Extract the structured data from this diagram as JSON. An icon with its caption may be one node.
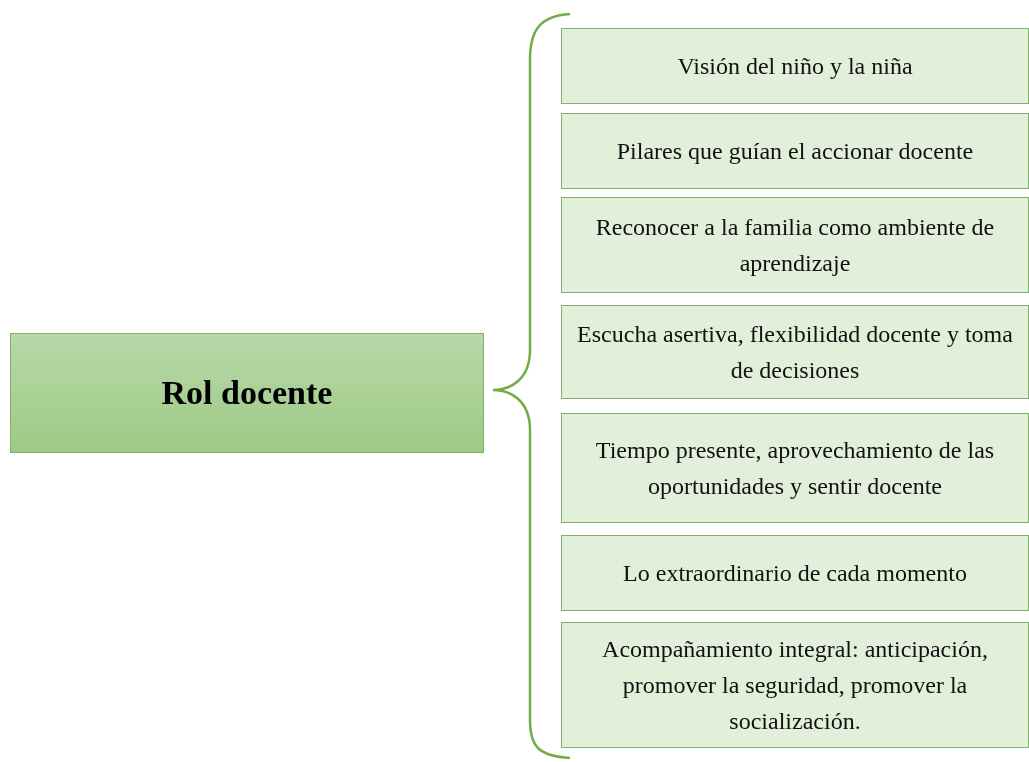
{
  "diagram": {
    "nodes": [
      {
        "text": [
          "Rol docente"
        ]
      },
      {
        "text": [
          "Visión del niño y la niña"
        ]
      },
      {
        "text": [
          "Pilares que guían el accionar docente"
        ]
      },
      {
        "text": [
          "Reconocer a la familia como ambiente de aprendizaje"
        ]
      },
      {
        "text": [
          "Escucha asertiva, flexibilidad docente y toma de decisiones"
        ]
      },
      {
        "text": [
          "Tiempo presente, aprovechamiento de las oportunidades y sentir docente"
        ]
      },
      {
        "text": [
          "Lo extraordinario de cada momento"
        ]
      },
      {
        "text": [
          "Acompañamiento integral: anticipación, promover la seguridad, promover la socialización."
        ]
      }
    ]
  }
}
